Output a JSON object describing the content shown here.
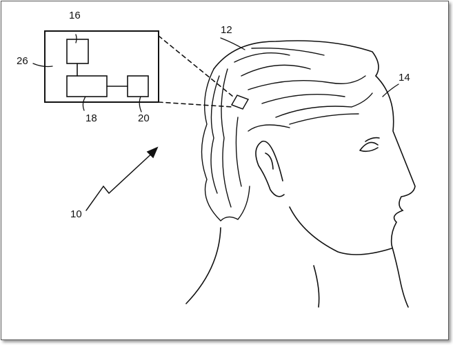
{
  "figure": {
    "labels": {
      "system": "10",
      "hair": "12",
      "head": "14",
      "component_top": "16",
      "component_left": "18",
      "component_right": "20",
      "device_enlarged": "26"
    }
  }
}
